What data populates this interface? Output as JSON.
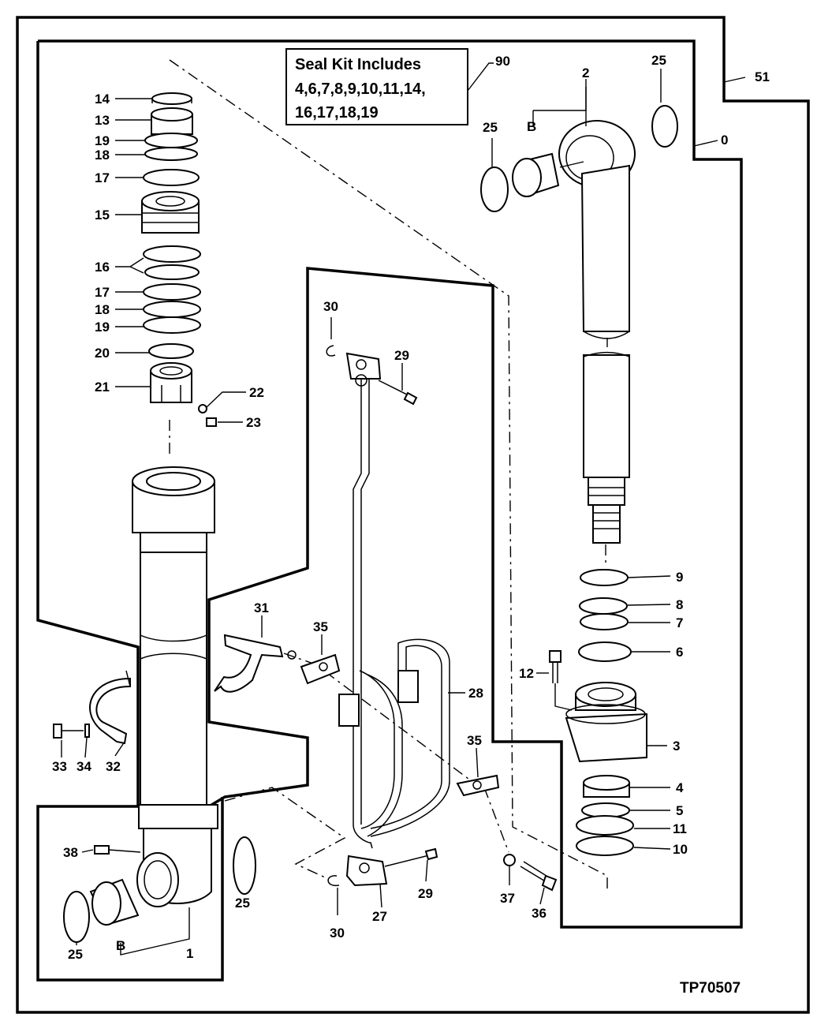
{
  "seal_kit": {
    "line1": "Seal Kit Includes",
    "line2": "4,6,7,8,9,10,11,14,",
    "line3": "16,17,18,19"
  },
  "reference_code": "TP70507",
  "callouts": {
    "c90": "90",
    "c51": "51",
    "c0": "0",
    "c2": "2",
    "cB_top": "B",
    "c25_tr": "25",
    "c25_tm": "25",
    "c14": "14",
    "c13": "13",
    "c19a": "19",
    "c18a": "18",
    "c17a": "17",
    "c15": "15",
    "c16": "16",
    "c17b": "17",
    "c18b": "18",
    "c19b": "19",
    "c20": "20",
    "c21": "21",
    "c22": "22",
    "c23": "23",
    "c30a": "30",
    "c29a": "29",
    "c31": "31",
    "c35a": "35",
    "c28": "28",
    "c35b": "35",
    "c33": "33",
    "c34": "34",
    "c32": "32",
    "c38": "38",
    "c25_bl": "25",
    "cB_bot": "B",
    "c1": "1",
    "c25_bm": "25",
    "c30b": "30",
    "c27": "27",
    "c29b": "29",
    "c37": "37",
    "c36": "36",
    "c9": "9",
    "c8": "8",
    "c7": "7",
    "c6": "6",
    "c12": "12",
    "c3": "3",
    "c4": "4",
    "c5": "5",
    "c11": "11",
    "c10": "10"
  }
}
